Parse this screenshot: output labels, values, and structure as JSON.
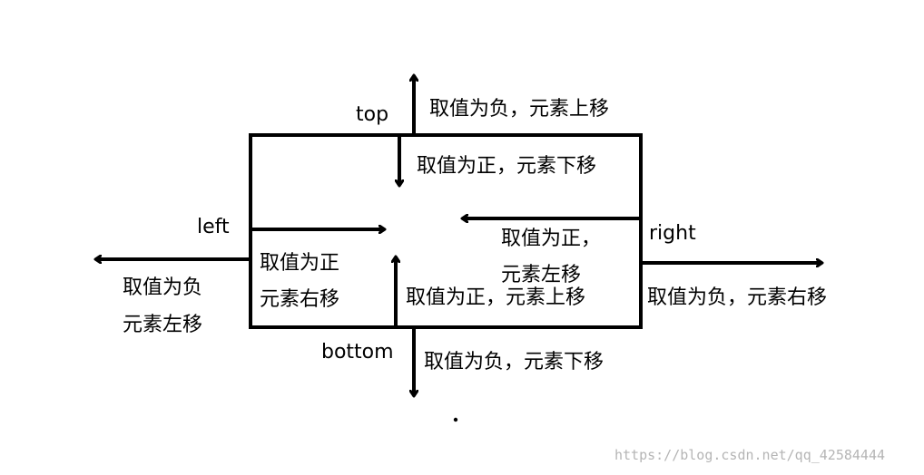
{
  "labels": {
    "top": "top",
    "left": "left",
    "right": "right",
    "bottom": "bottom"
  },
  "annotations": {
    "top_negative": "取值为负，元素上移",
    "top_positive": "取值为正，元素下移",
    "right_positive_line1": "取值为正，",
    "right_positive_line2": "元素左移",
    "right_negative": "取值为负，元素右移",
    "left_positive_line1": "取值为正",
    "left_positive_line2": "元素右移",
    "left_negative_line1": "取值为负",
    "left_negative_line2": "元素左移",
    "bottom_positive": "取值为正，元素上移",
    "bottom_negative": "取值为负，元素下移"
  },
  "watermark": "https://blog.csdn.net/qq_42584444"
}
